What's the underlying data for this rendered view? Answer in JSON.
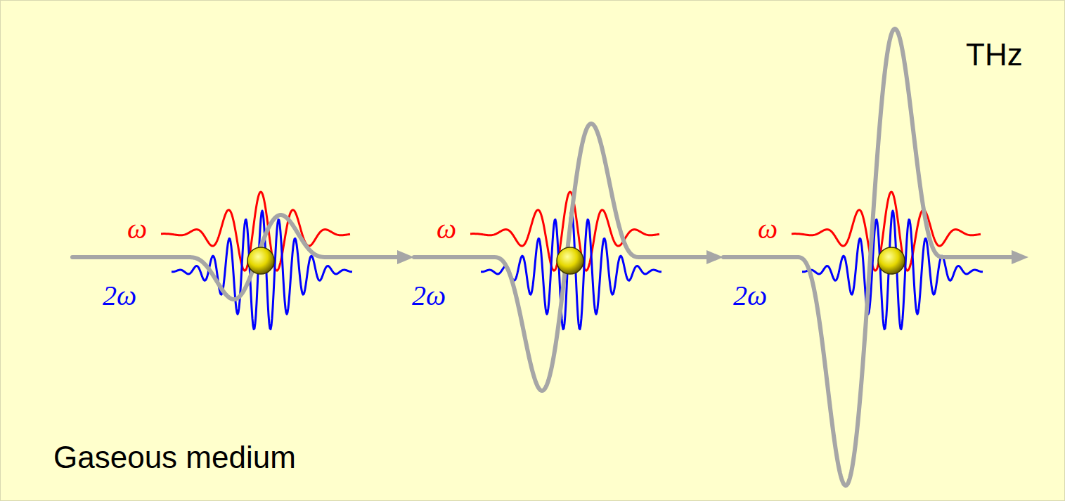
{
  "diagram": {
    "labels": [
      "THz",
      "ω",
      "2ω",
      "ω",
      "2ω",
      "ω",
      "2ω",
      "Gaseous medium"
    ]
  }
}
